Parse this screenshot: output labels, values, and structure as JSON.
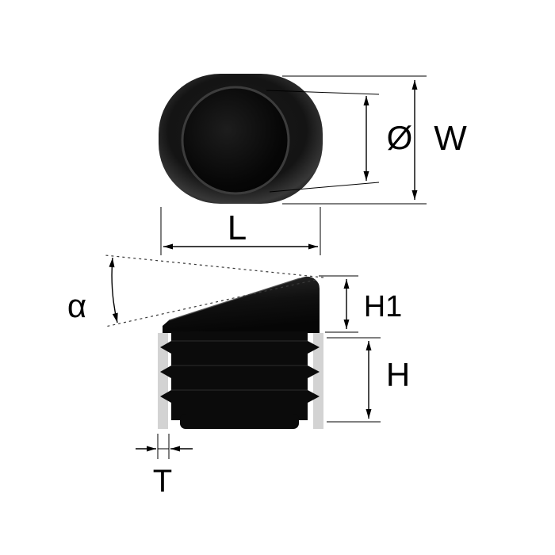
{
  "drawing": {
    "description": "Technical dimension drawing of an oval tube insert plug with slanted head: top view with hole, side view with ribbed fins inside tube walls",
    "views": [
      "top-view",
      "side-view"
    ]
  },
  "labels": {
    "diameter": "Ø",
    "width": "W",
    "length": "L",
    "angle": "α",
    "height_head": "H1",
    "height_body": "H",
    "wall_thickness": "T"
  },
  "colors": {
    "background": "#ffffff",
    "part_black": "#0b0b0b",
    "part_highlight": "#3c3c3c",
    "tube_wall_gray": "#d3d3d3",
    "line": "#000000"
  }
}
